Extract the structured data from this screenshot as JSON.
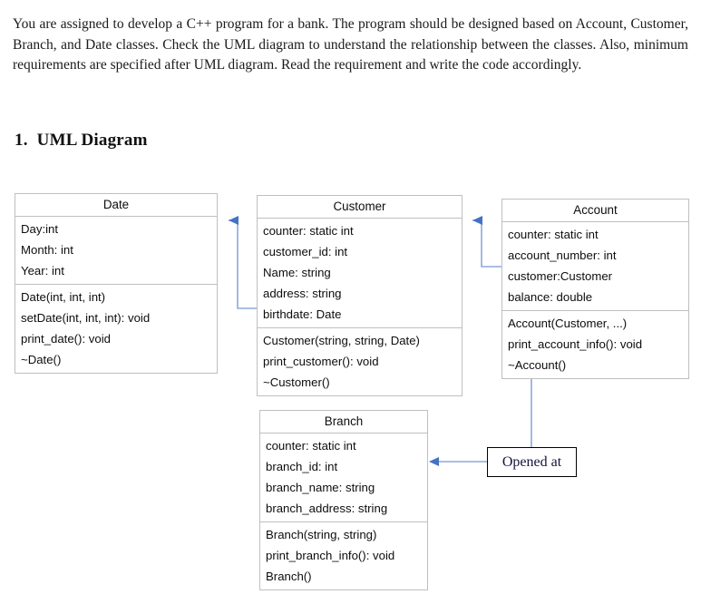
{
  "intro": {
    "paragraph": "You are assigned to develop a C++ program for a bank. The program should be designed based on Account, Customer, Branch, and Date classes. Check the UML diagram to understand the relationship between the classes. Also, minimum requirements are specified after UML diagram. Read the requirement and write the code accordingly."
  },
  "section": {
    "number": "1.",
    "title": "UML Diagram"
  },
  "diagram": {
    "classes": [
      {
        "id": "date",
        "name": "Date",
        "attributes": [
          "Day:int",
          "Month: int",
          "Year: int"
        ],
        "methods": [
          "Date(int, int, int)",
          "setDate(int, int, int):  void",
          "print_date(): void",
          "~Date()"
        ]
      },
      {
        "id": "customer",
        "name": "Customer",
        "attributes": [
          "counter: static int",
          "customer_id: int",
          "Name: string",
          "address: string",
          "birthdate: Date"
        ],
        "methods": [
          "Customer(string, string, Date)",
          "print_customer(): void",
          "~Customer()"
        ]
      },
      {
        "id": "account",
        "name": "Account",
        "attributes": [
          "counter: static int",
          "account_number: int",
          "customer:Customer",
          "balance: double"
        ],
        "methods": [
          "Account(Customer, ...)",
          "print_account_info(): void",
          "~Account()"
        ]
      },
      {
        "id": "branch",
        "name": "Branch",
        "attributes": [
          "counter: static int",
          "branch_id: int",
          "branch_name: string",
          "branch_address: string"
        ],
        "methods": [
          "Branch(string, string)",
          "print_branch_info(): void",
          "Branch()"
        ]
      }
    ],
    "association_labels": [
      {
        "id": "opened-at",
        "text": "Opened at"
      }
    ],
    "connector_color": "#8EA9DB",
    "border_color": "#BFBFBF",
    "label_border_color": "#000000"
  }
}
